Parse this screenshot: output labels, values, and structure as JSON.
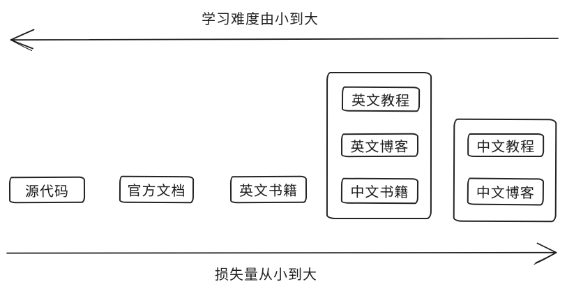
{
  "diagram": {
    "top_axis": {
      "label": "学习难度由小到大",
      "arrow_direction": "left"
    },
    "bottom_axis": {
      "label": "损失量从小到大",
      "arrow_direction": "right"
    },
    "boxes": [
      {
        "label": "源代码"
      },
      {
        "label": "官方文档"
      },
      {
        "label": "英文书籍"
      }
    ],
    "groups": [
      {
        "name": "tall-group",
        "items": [
          {
            "label": "英文教程"
          },
          {
            "label": "英文博客"
          },
          {
            "label": "中文书籍"
          }
        ]
      },
      {
        "name": "right-group",
        "items": [
          {
            "label": "中文教程"
          },
          {
            "label": "中文博客"
          }
        ]
      }
    ],
    "colors": {
      "stroke": "#1c1c1c",
      "background": "#ffffff",
      "text": "#1c1c1c"
    }
  }
}
